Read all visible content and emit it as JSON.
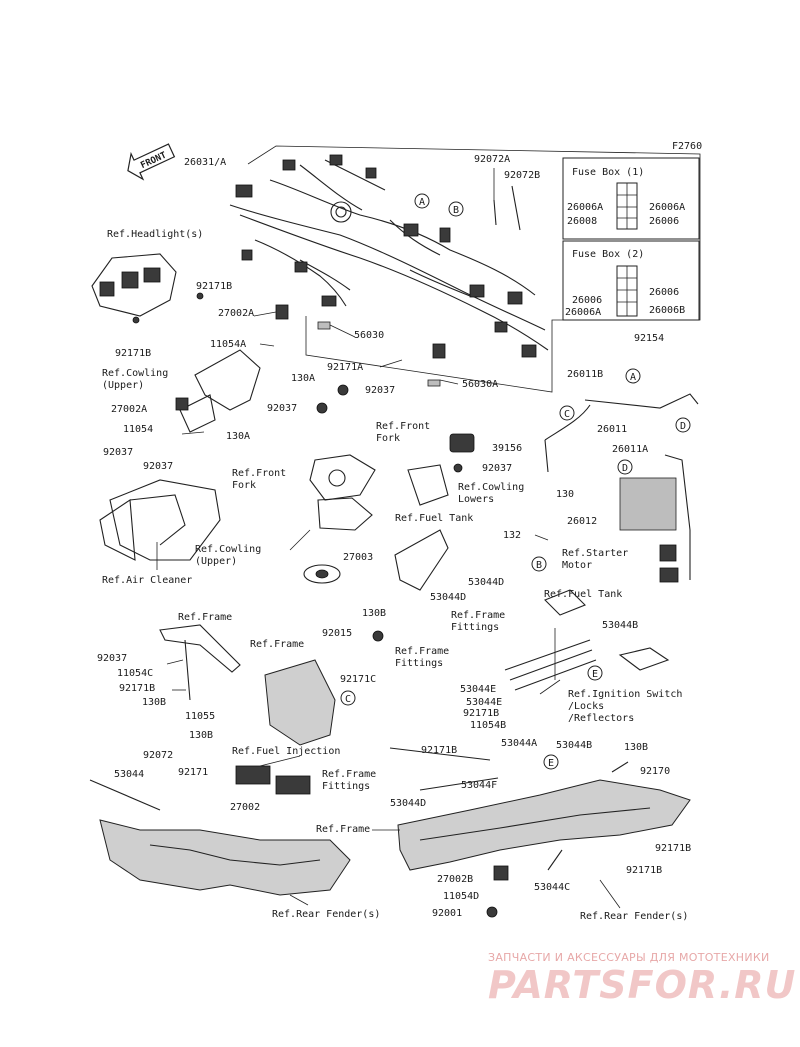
{
  "figure_code": "F2760",
  "front_label": "FRONT",
  "fuse_box_1": {
    "title": "Fuse Box (1)",
    "left_labels": [
      "26006A",
      "26008"
    ],
    "right_labels": [
      "26006A",
      "26006"
    ]
  },
  "fuse_box_2": {
    "title": "Fuse Box (2)",
    "right_top": "26006",
    "left_labels": [
      "26006",
      "26006A"
    ],
    "right_bottom": "26006B"
  },
  "part_numbers": {
    "p26031A": "26031/A",
    "p92072A": "92072A",
    "p92072B": "92072B",
    "p92171B_a": "92171B",
    "p92171B_b": "92171B",
    "p27002A_a": "27002A",
    "p11054A": "11054A",
    "p130A_a": "130A",
    "p56030": "56030",
    "p92171A": "92171A",
    "p56030A": "56030A",
    "p92037_a": "92037",
    "p92037_b": "92037",
    "p27002A_b": "27002A",
    "p11054": "11054",
    "p130A_b": "130A",
    "p92154": "92154",
    "p26011B": "26011B",
    "p26011": "26011",
    "p26011A": "26011A",
    "p39156": "39156",
    "p92037_c": "92037",
    "p92037_d": "92037",
    "p92037_e": "92037",
    "p130": "130",
    "p26012": "26012",
    "p132": "132",
    "p27003": "27003",
    "p53044D_a": "53044D",
    "p53044D_b": "53044D",
    "p53044B": "53044B",
    "p130B_a": "130B",
    "p92015": "92015",
    "p92171C": "92171C",
    "p92037_f": "92037",
    "p11054C": "11054C",
    "p92171B_c": "92171B",
    "p130B_b": "130B",
    "p11055": "11055",
    "p130B_c": "130B",
    "p53044E_a": "53044E",
    "p53044E_b": "53044E",
    "p92171B_d": "92171B",
    "p11054B": "11054B",
    "p92171B_e": "92171B",
    "p53044A": "53044A",
    "p53044B_b": "53044B",
    "p130B_d": "130B",
    "p92170": "92170",
    "p92072": "92072",
    "p53044": "53044",
    "p92171": "92171",
    "p27002": "27002",
    "p53044F": "53044F",
    "p53044D_c": "53044D",
    "p92171B_f": "92171B",
    "p92171B_g": "92171B",
    "p27002B": "27002B",
    "p11054D": "11054D",
    "p53044C": "53044C",
    "p92001": "92001"
  },
  "references": {
    "headlight": "Ref.Headlight(s)",
    "cowling_upper_a": "Ref.Cowling\n(Upper)",
    "front_fork_a": "Ref.Front\nFork",
    "front_fork_b": "Ref.Front\nFork",
    "cowling_lowers": "Ref.Cowling\nLowers",
    "fuel_tank_a": "Ref.Fuel Tank",
    "air_cleaner": "Ref.Air Cleaner",
    "cowling_upper_b": "Ref.Cowling\n(Upper)",
    "starter_motor": "Ref.Starter\nMotor",
    "fuel_tank_b": "Ref.Fuel Tank",
    "frame_fittings_a": "Ref.Frame\nFittings",
    "frame_a": "Ref.Frame",
    "frame_b": "Ref.Frame",
    "frame_fittings_b": "Ref.Frame\nFittings",
    "ignition_switch": "Ref.Ignition Switch\n/Locks\n/Reflectors",
    "fuel_injection": "Ref.Fuel Injection",
    "frame_fittings_c": "Ref.Frame\nFittings",
    "frame_c": "Ref.Frame",
    "rear_fender_a": "Ref.Rear Fender(s)",
    "rear_fender_b": "Ref.Rear Fender(s)"
  },
  "markers": [
    "A",
    "B",
    "A",
    "C",
    "D",
    "D",
    "B",
    "E",
    "C",
    "E"
  ],
  "watermark": {
    "line1": "ЗАПЧАСТИ И АКСЕССУАРЫ ДЛЯ МОТОТЕХНИКИ",
    "line2": "PARTSFOR.RU"
  }
}
